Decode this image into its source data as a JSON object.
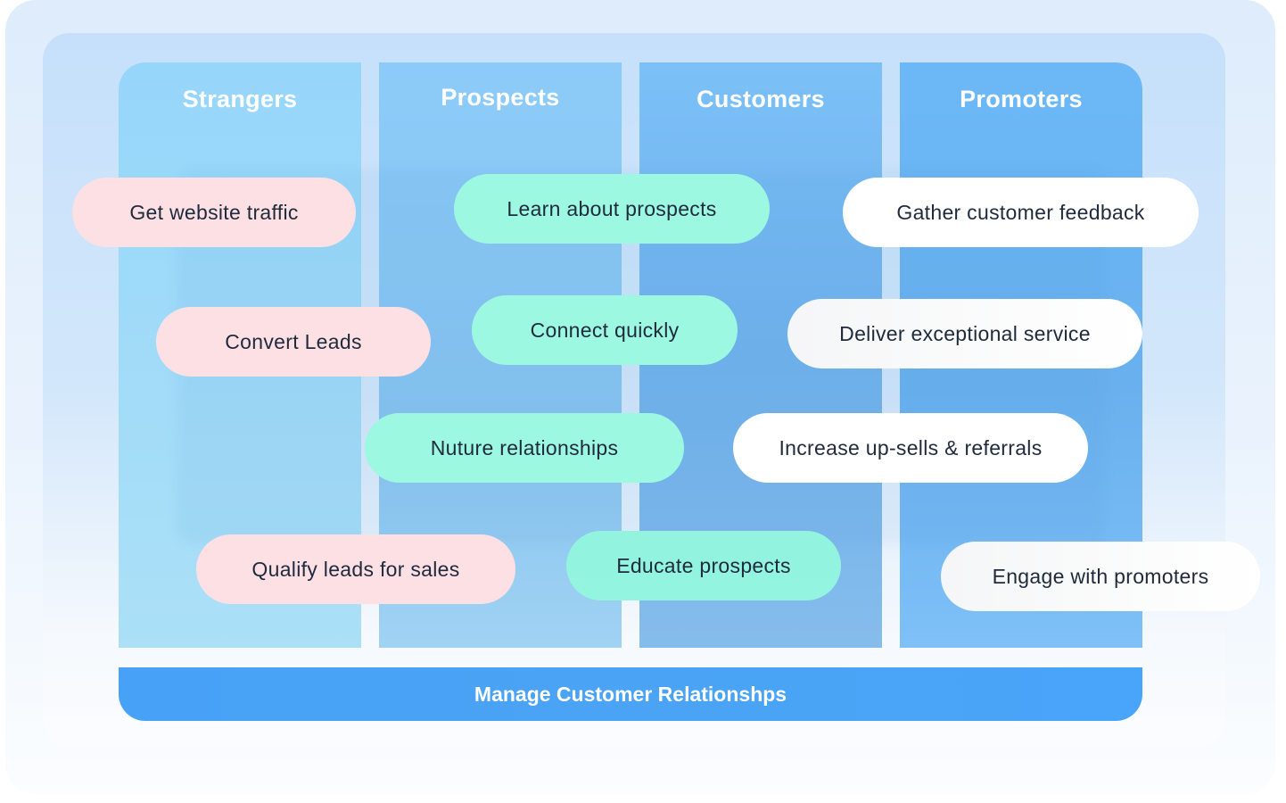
{
  "diagram": {
    "stages": [
      {
        "title": "Strangers"
      },
      {
        "title": "Prospects"
      },
      {
        "title": "Customers"
      },
      {
        "title": "Promoters"
      }
    ],
    "activities": {
      "strangers": [
        {
          "label": "Get website traffic"
        },
        {
          "label": "Convert Leads"
        },
        {
          "label": "Qualify leads for sales"
        }
      ],
      "prospects": [
        {
          "label": "Learn about prospects"
        },
        {
          "label": "Connect quickly"
        },
        {
          "label": "Nuture relationships"
        },
        {
          "label": "Educate prospects"
        }
      ],
      "promoters": [
        {
          "label": "Gather customer feedback"
        },
        {
          "label": "Deliver exceptional service"
        },
        {
          "label": "Increase up-sells & referrals"
        },
        {
          "label": "Engage with promoters"
        }
      ]
    },
    "footer": {
      "label": "Manage Customer Relationshps"
    },
    "colors": {
      "stranger_pill": "#fde0e4",
      "prospect_pill": "#9df8e2",
      "promoter_pill": "#ffffff",
      "footer_bar": "#4aa3f6",
      "text_dark": "#1f2a3d"
    }
  }
}
